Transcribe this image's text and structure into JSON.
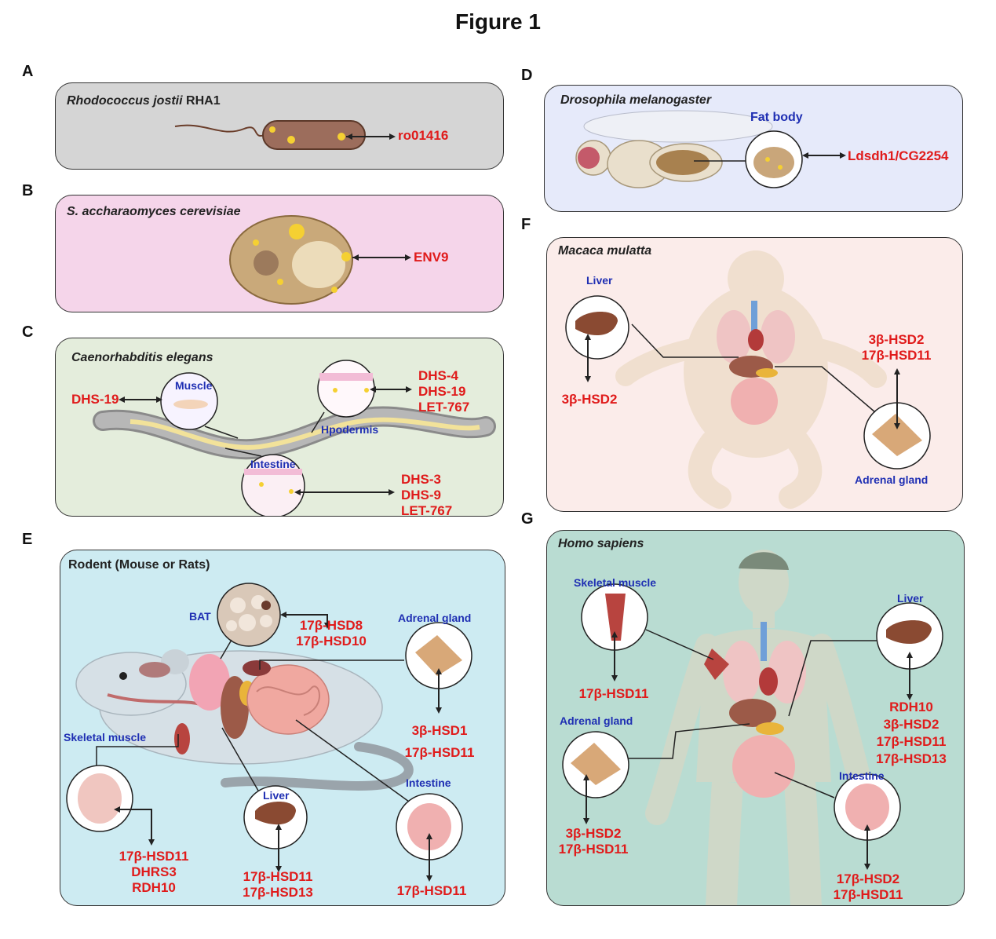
{
  "figure_title": "Figure 1",
  "panels": {
    "A": {
      "label": "A",
      "organism": "Rhodococcus jostii",
      "organism_suffix": " RHA1",
      "genes": [
        "ro01416"
      ],
      "colors": {
        "bg": "#d5d5d5"
      }
    },
    "B": {
      "label": "B",
      "organism": "S. accharaomyces cerevisiae",
      "genes": [
        "ENV9"
      ],
      "colors": {
        "bg": "#f5d5ea"
      }
    },
    "C": {
      "label": "C",
      "organism": "Caenorhabditis elegans",
      "tissues": {
        "muscle": "Muscle",
        "hypodermis": "Hpodermis",
        "intestine": "Intestine"
      },
      "muscle_genes": [
        "DHS-19"
      ],
      "hypodermis_genes": [
        "DHS-4",
        "DHS-19",
        "LET-767"
      ],
      "intestine_genes": [
        "DHS-3",
        "DHS-9",
        "LET-767"
      ],
      "colors": {
        "bg": "#e4eddc"
      }
    },
    "D": {
      "label": "D",
      "organism": "Drosophila melanogaster",
      "tissues": {
        "fat_body": "Fat body"
      },
      "genes": [
        "Ldsdh1/CG2254"
      ],
      "colors": {
        "bg": "#e6eafa"
      }
    },
    "E": {
      "label": "E",
      "organism": "Rodent (Mouse or Rats)",
      "tissues": {
        "bat": "BAT",
        "adrenal": "Adrenal gland",
        "skeletal": "Skeletal muscle",
        "liver": "Liver",
        "intestine": "Intestine"
      },
      "bat_genes": [
        "17β-HSD8",
        "17β-HSD10"
      ],
      "adrenal_genes": [
        "3β-HSD1",
        "17β-HSD11"
      ],
      "skeletal_genes": [
        "17β-HSD11",
        "DHRS3",
        "RDH10"
      ],
      "liver_genes": [
        "17β-HSD11",
        "17β-HSD13"
      ],
      "intestine_genes": [
        "17β-HSD11"
      ],
      "colors": {
        "bg": "#cdebf2"
      }
    },
    "F": {
      "label": "F",
      "organism": "Macaca mulatta",
      "tissues": {
        "liver": "Liver",
        "adrenal": "Adrenal gland"
      },
      "liver_genes": [
        "3β-HSD2"
      ],
      "adrenal_genes": [
        "3β-HSD2",
        "17β-HSD11"
      ],
      "colors": {
        "bg": "#fbecea"
      }
    },
    "G": {
      "label": "G",
      "organism": "Homo sapiens",
      "tissues": {
        "skeletal": "Skeletal muscle",
        "liver": "Liver",
        "adrenal": "Adrenal gland",
        "intestine": "Intestine"
      },
      "skeletal_genes": [
        "17β-HSD11"
      ],
      "liver_genes": [
        "RDH10",
        "3β-HSD2",
        "17β-HSD11",
        "17β-HSD13"
      ],
      "adrenal_genes": [
        "3β-HSD2",
        "17β-HSD11"
      ],
      "intestine_genes": [
        "17β-HSD2",
        "17β-HSD11"
      ],
      "colors": {
        "bg": "#b9dcd2"
      }
    }
  },
  "colors": {
    "gene_text": "#e01b1b",
    "tissue_text": "#1f2fb3",
    "arrow": "#222222"
  }
}
